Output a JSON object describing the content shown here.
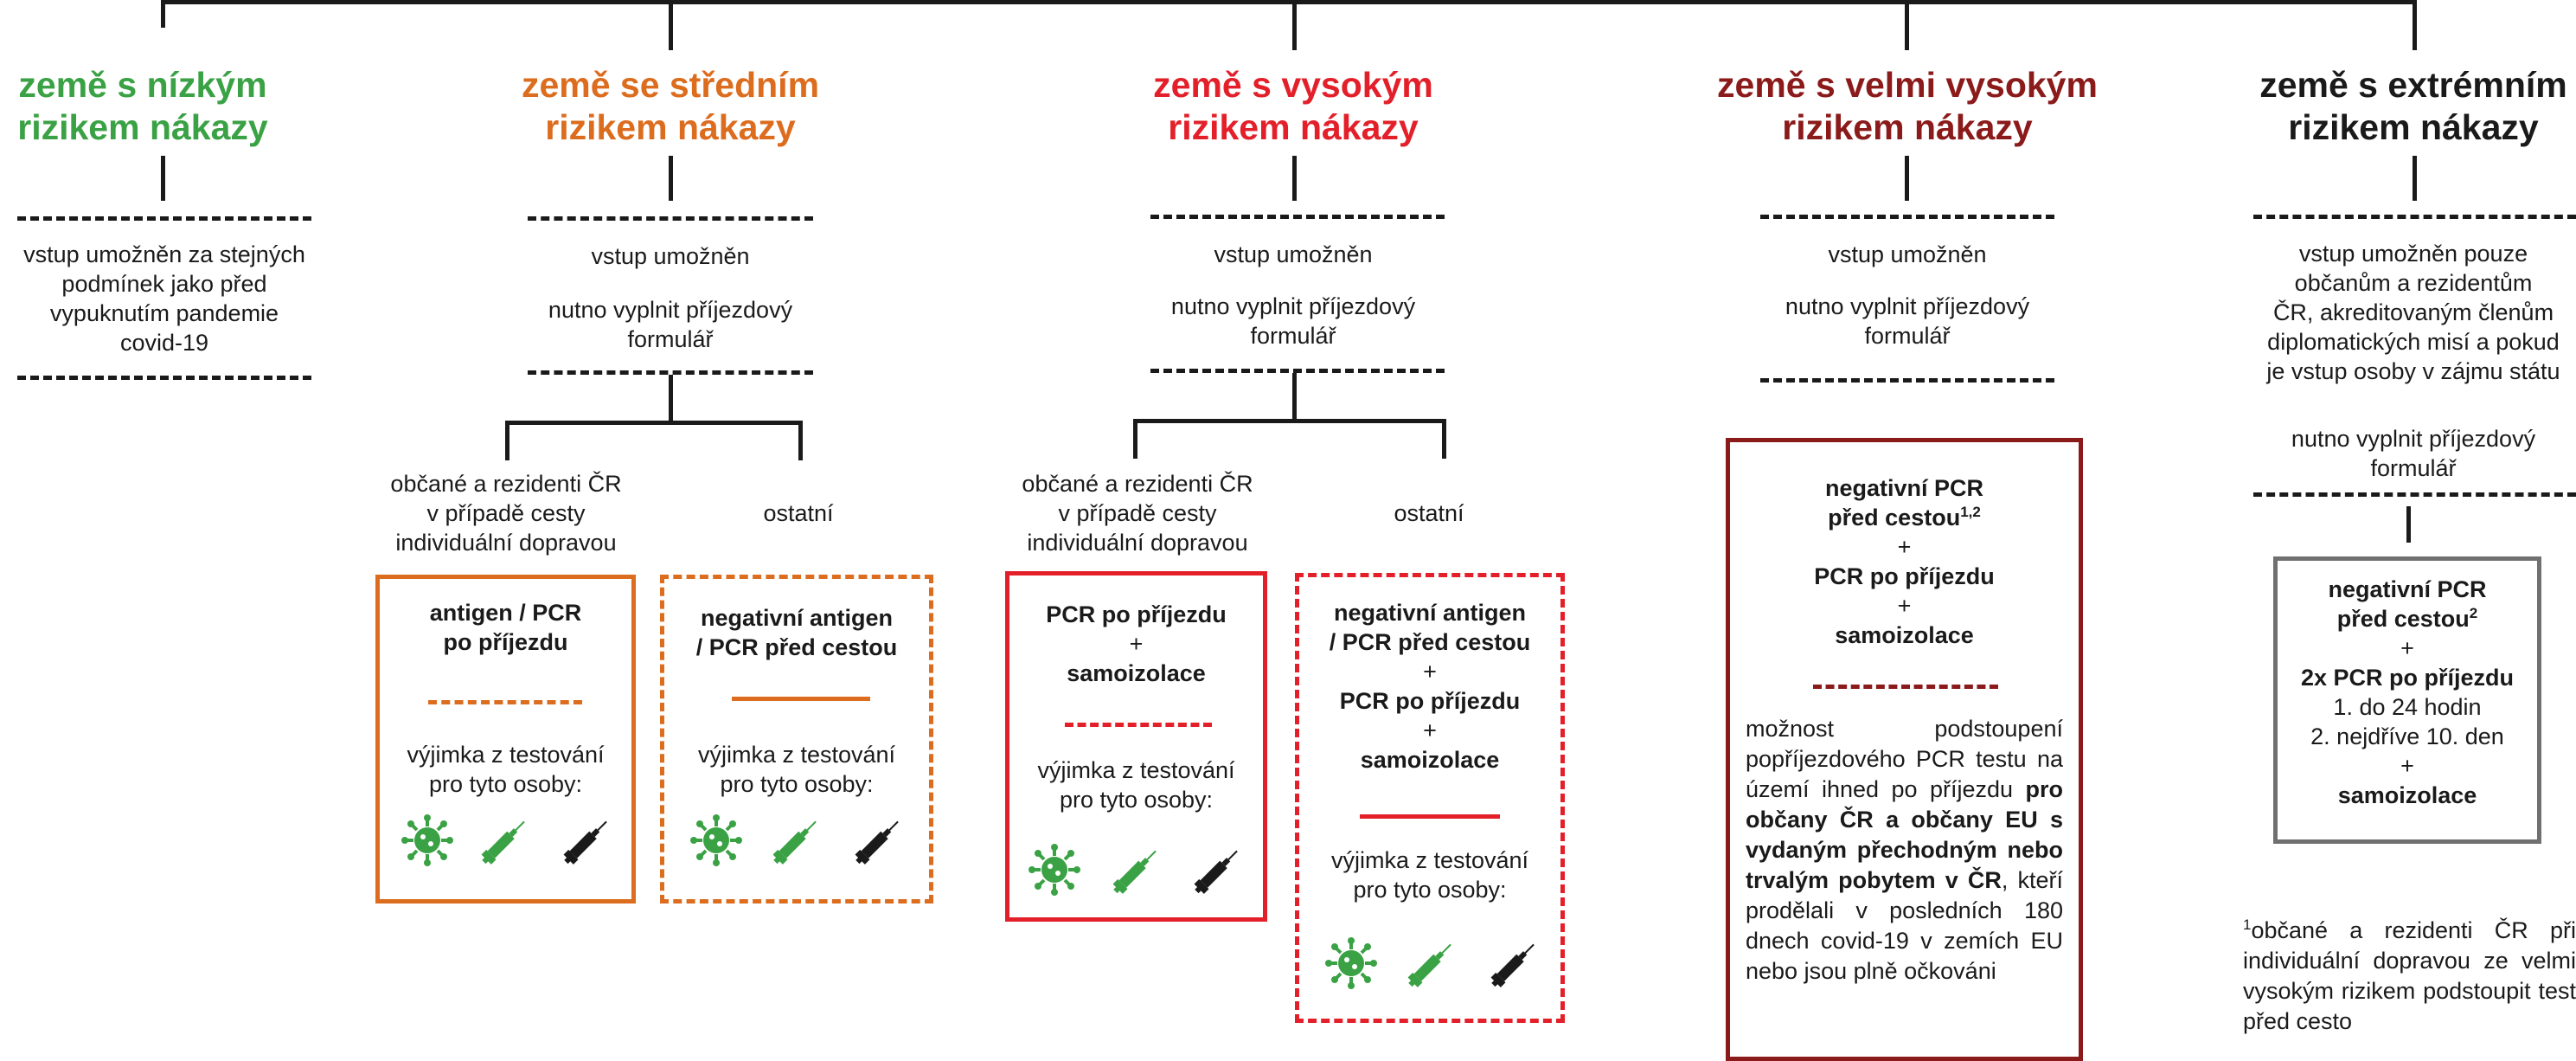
{
  "colors": {
    "green": "#3aa245",
    "orange": "#dc6c1e",
    "red": "#e3202a",
    "darkred": "#8b1a1a",
    "grey": "#707070",
    "black": "#1a1a1a"
  },
  "columns": [
    {
      "title_l1": "země s nízkým",
      "title_l2": "rizikem nákazy",
      "text": [
        "vstup umožněn za stejných",
        "podmínek jako před",
        "vypuknutím pandemie",
        "covid-19"
      ]
    },
    {
      "title_l1": "země se středním",
      "title_l2": "rizikem nákazy",
      "entry": "vstup umožněn",
      "form_l1": "nutno vyplnit příjezdový",
      "form_l2": "formulář",
      "group_a": [
        "občané a rezidenti ČR",
        "v případě cesty",
        "individuální dopravou"
      ],
      "group_b": "ostatní",
      "box_a": {
        "l1": "antigen / PCR",
        "l2": "po příjezdu",
        "exc_l1": "výjimka z testování",
        "exc_l2": "pro tyto osoby:"
      },
      "box_b": {
        "l1": "negativní antigen",
        "l2": "/ PCR před cestou",
        "exc_l1": "výjimka z testování",
        "exc_l2": "pro tyto osoby:"
      }
    },
    {
      "title_l1": "země s vysokým",
      "title_l2": "rizikem nákazy",
      "entry": "vstup umožněn",
      "form_l1": "nutno vyplnit příjezdový",
      "form_l2": "formulář",
      "group_a": [
        "občané a rezidenti ČR",
        "v případě cesty",
        "individuální dopravou"
      ],
      "group_b": "ostatní",
      "box_a": {
        "l1": "PCR po příjezdu",
        "plus": "+",
        "l2": "samoizolace",
        "exc_l1": "výjimka z testování",
        "exc_l2": "pro tyto osoby:"
      },
      "box_b": {
        "l1": "negativní antigen",
        "l2": "/ PCR před cestou",
        "plus1": "+",
        "l3": "PCR po příjezdu",
        "plus2": "+",
        "l4": "samoizolace",
        "exc_l1": "výjimka z testování",
        "exc_l2": "pro tyto osoby:"
      }
    },
    {
      "title_l1": "země s velmi vysokým",
      "title_l2": "rizikem nákazy",
      "entry": "vstup umožněn",
      "form_l1": "nutno vyplnit příjezdový",
      "form_l2": "formulář",
      "box": {
        "l1": "negativní PCR",
        "l2": "před cestou",
        "sup2": "1,2",
        "plus1": "+",
        "l3": "PCR po příjezdu",
        "plus2": "+",
        "l4": "samoizolace",
        "note_p1": "možnost podstoupení popříjezdového PCR testu na území ihned po příjezdu ",
        "note_b": "pro občany ČR a občany EU s vydaným přechodným nebo trvalým pobytem v ČR",
        "note_p2": ", kteří prodělali v posledních 180 dnech covid-19 v zemích EU nebo jsou plně očkováni"
      }
    },
    {
      "title_l1": "země s extrémním",
      "title_l2": "rizikem nákazy",
      "entry": [
        "vstup umožněn pouze",
        "občanům a rezidentům",
        "ČR, akreditovaným členům",
        "diplomatických misí a pokud",
        "je vstup osoby v zájmu státu"
      ],
      "form_l1": "nutno vyplnit příjezdový",
      "form_l2": "formulář",
      "box": {
        "l1": "negativní PCR",
        "l2": "před cestou",
        "sup5": "2",
        "plus1": "+",
        "l3": "2x PCR po příjezdu",
        "l4": "1. do 24 hodin",
        "l5": "2. nejdříve 10. den",
        "plus2": "+",
        "l6": "samoizolace"
      }
    }
  ],
  "footnote": {
    "sup": "1",
    "text": "občané a rezidenti ČR při individuální dopravou ze velmi vysokým rizikem podstoupit test před cesto"
  },
  "icons": [
    "virus-icon",
    "syringe-green-icon",
    "syringe-black-icon"
  ]
}
